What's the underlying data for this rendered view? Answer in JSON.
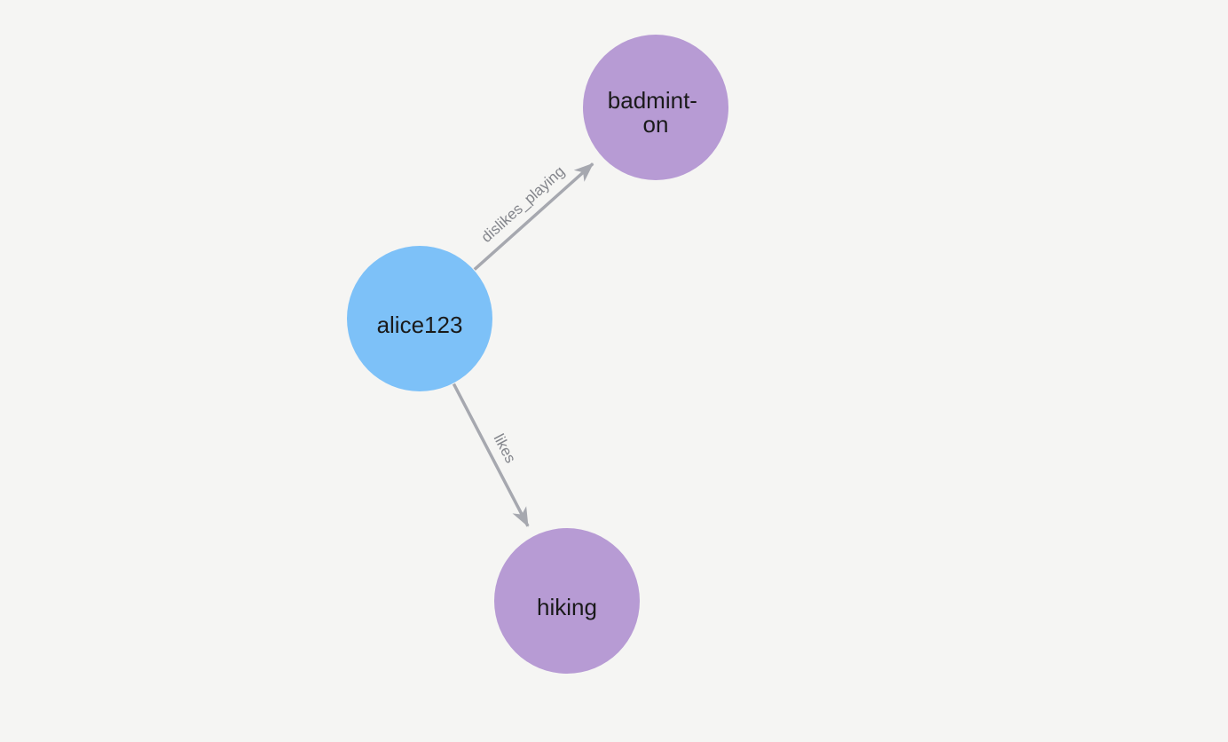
{
  "canvas": {
    "background_color": "#f5f5f3"
  },
  "graph": {
    "edge_color": "#a6a8af",
    "edge_label_color": "#83858b",
    "node_text_color": "#1a1a1a",
    "nodes": [
      {
        "id": "alice123",
        "lines": [
          "alice123"
        ],
        "color": "#7dc1f8",
        "text_color": "#1a1a1a"
      },
      {
        "id": "badminton",
        "lines": [
          "badmint-",
          "on"
        ],
        "color": "#b79bd4",
        "text_color": "#1a1a1a"
      },
      {
        "id": "hiking",
        "lines": [
          "hiking"
        ],
        "color": "#b79bd4",
        "text_color": "#1a1a1a"
      }
    ],
    "edges": [
      {
        "label": "dislikes_playing",
        "from": "alice123",
        "to": "badminton",
        "color": "#a6a8af",
        "label_color": "#83858b"
      },
      {
        "label": "likes",
        "from": "alice123",
        "to": "hiking",
        "color": "#a6a8af",
        "label_color": "#83858b"
      }
    ]
  }
}
